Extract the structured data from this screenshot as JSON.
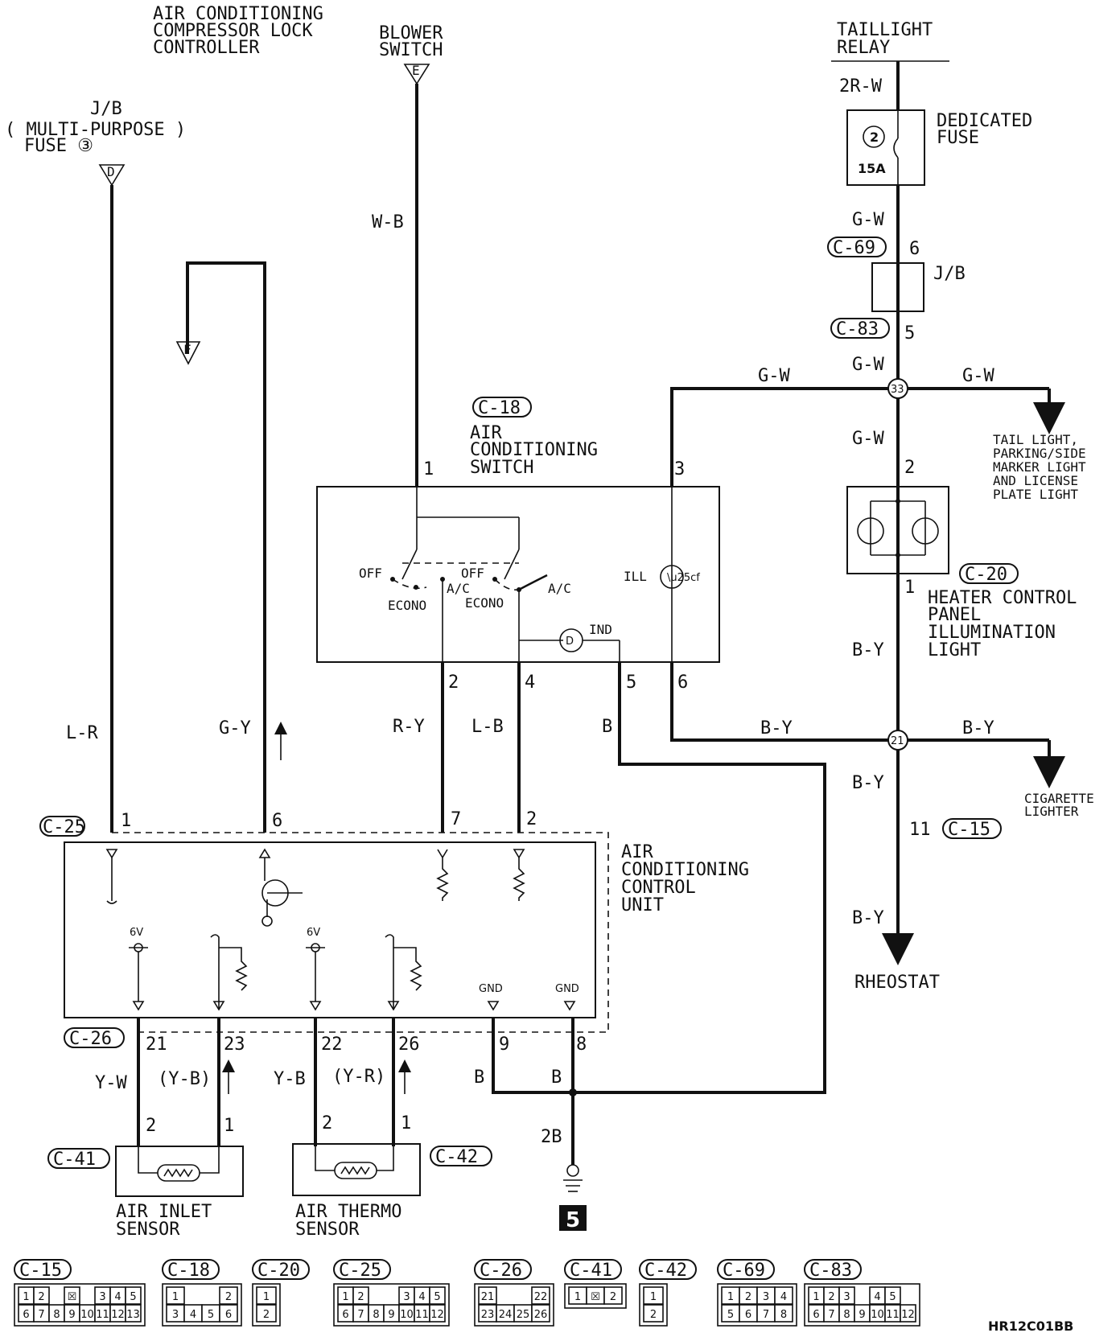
{
  "sources": {
    "ac_lock_controller": [
      "AIR CONDITIONING",
      "COMPRESSOR  LOCK",
      "CONTROLLER"
    ],
    "blower_switch": [
      "BLOWER",
      "SWITCH"
    ],
    "blower_marker": "E",
    "jb_fuse": [
      "J/B",
      "( MULTI-PURPOSE )",
      "FUSE ③"
    ],
    "jb_marker": "D",
    "f_marker": "F",
    "taillight_relay": [
      "TAILLIGHT",
      "RELAY"
    ]
  },
  "fuse": {
    "title": [
      "DEDICATED",
      "FUSE"
    ],
    "number": "2",
    "rating": "15A"
  },
  "jb_box_label": "J/B",
  "connector_tags": {
    "c18": "C-18",
    "c20": "C-20",
    "c25": "C-25",
    "c26": "C-26",
    "c41": "C-41",
    "c42": "C-42",
    "c69": "C-69",
    "c83": "C-83",
    "c15": "C-15"
  },
  "components": {
    "ac_switch": [
      "AIR",
      "CONDITIONING",
      "SWITCH"
    ],
    "ac_control_unit": [
      "AIR",
      "CONDITIONING",
      "CONTROL",
      "UNIT"
    ],
    "heater_panel": [
      "HEATER CONTROL",
      "PANEL",
      "ILLUMINATION",
      "LIGHT"
    ],
    "air_inlet_sensor": [
      "AIR INLET",
      "SENSOR"
    ],
    "air_thermo_sensor": [
      "AIR THERMO",
      "SENSOR"
    ],
    "tail_light": [
      "TAIL LIGHT,",
      "PARKING/SIDE",
      "MARKER LIGHT",
      "AND LICENSE",
      "PLATE LIGHT"
    ],
    "cigarette_lighter": [
      "CIGARETTE",
      "LIGHTER"
    ],
    "rheostat": "RHEOSTAT"
  },
  "switch_labels": {
    "off1": "OFF",
    "off2": "OFF",
    "ac1": "A/C",
    "ac2": "A/C",
    "econo1": "ECONO",
    "econo2": "ECONO",
    "ill": "ILL",
    "ind": "IND"
  },
  "unit_labels": {
    "v6a": "6V",
    "v6b": "6V",
    "gnd1": "GND",
    "gnd2": "GND"
  },
  "wire_colors": {
    "l_r": "L-R",
    "g_y": "G-Y",
    "w_b": "W-B",
    "r_y": "R-Y",
    "l_b": "L-B",
    "b_sw": "B",
    "b_y_1": "B-Y",
    "b_y_2": "B-Y",
    "b_y_3": "B-Y",
    "b_y_4": "B-Y",
    "b_y_5": "B-Y",
    "g_w_1": "G-W",
    "g_w_2": "G-W",
    "g_w_3": "G-W",
    "g_w_4": "G-W",
    "g_w_5": "G-W",
    "r2_w": "2R-W",
    "y_w": "Y-W",
    "y_b_paren": "(Y-B)",
    "y_b": "Y-B",
    "y_r_paren": "(Y-R)",
    "b_gnd1": "B",
    "b_gnd2": "B",
    "b2": "2B"
  },
  "pins": {
    "sw1": "1",
    "sw3": "3",
    "sw2": "2",
    "sw4": "4",
    "sw5": "5",
    "sw6": "6",
    "u1": "1",
    "u6": "6",
    "u7": "7",
    "u2": "2",
    "l21": "21",
    "l23": "23",
    "l22": "22",
    "l26": "26",
    "l9": "9",
    "l8": "8",
    "s41_2": "2",
    "s41_1": "1",
    "s42_2": "2",
    "s42_1": "1",
    "c69_6": "6",
    "c83_5": "5",
    "hp2": "2",
    "hp1": "1",
    "c15_11": "11"
  },
  "splices": {
    "s33": "33",
    "s21": "21"
  },
  "ground_number": "5",
  "legend": [
    {
      "tag": "C-15",
      "rows": [
        [
          "1",
          "2",
          "",
          "☒",
          "",
          "3",
          "4",
          "5"
        ],
        [
          "6",
          "7",
          "8",
          "9",
          "10",
          "11",
          "12",
          "13"
        ]
      ]
    },
    {
      "tag": "C-18",
      "rows": [
        [
          "1",
          "",
          "",
          "2"
        ],
        [
          "3",
          "4",
          "5",
          "6"
        ]
      ]
    },
    {
      "tag": "C-20",
      "rows": [
        [
          "1"
        ],
        [
          "2"
        ]
      ]
    },
    {
      "tag": "C-25",
      "rows": [
        [
          "1",
          "2",
          "",
          "",
          "3",
          "4",
          "5"
        ],
        [
          "6",
          "7",
          "8",
          "9",
          "10",
          "11",
          "12"
        ]
      ]
    },
    {
      "tag": "C-26",
      "rows": [
        [
          "21",
          "",
          "",
          "22"
        ],
        [
          "23",
          "24",
          "25",
          "26"
        ]
      ]
    },
    {
      "tag": "C-41",
      "rows": [
        [
          "1",
          "☒",
          "2"
        ]
      ]
    },
    {
      "tag": "C-42",
      "rows": [
        [
          "1"
        ],
        [
          "2"
        ]
      ]
    },
    {
      "tag": "C-69",
      "rows": [
        [
          "1",
          "2",
          "3",
          "4"
        ],
        [
          "5",
          "6",
          "7",
          "8"
        ]
      ]
    },
    {
      "tag": "C-83",
      "rows": [
        [
          "1",
          "2",
          "3",
          "",
          "4",
          "5"
        ],
        [
          "6",
          "7",
          "8",
          "9",
          "10",
          "11",
          "12"
        ]
      ]
    }
  ],
  "figure_code": "HR12C01BB"
}
